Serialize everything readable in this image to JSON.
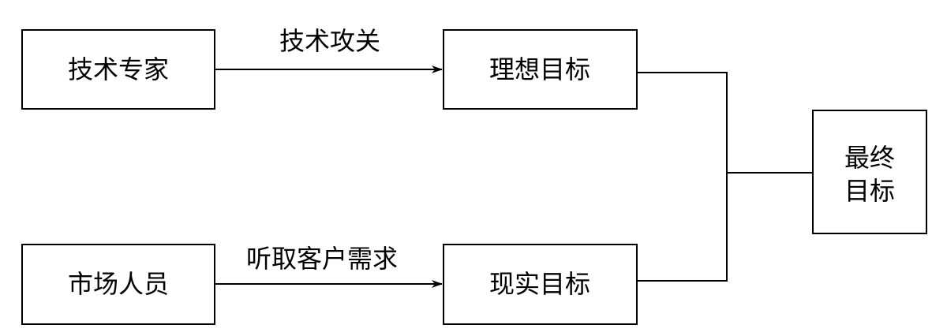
{
  "nodes": {
    "tech_experts": "技术专家",
    "market_staff": "市场人员",
    "ideal_goal": "理想目标",
    "real_goal": "现实目标",
    "final_goal_line1": "最终",
    "final_goal_line2": "目标"
  },
  "edges": {
    "tech_to_ideal": "技术攻关",
    "market_to_real": "听取客户需求"
  }
}
